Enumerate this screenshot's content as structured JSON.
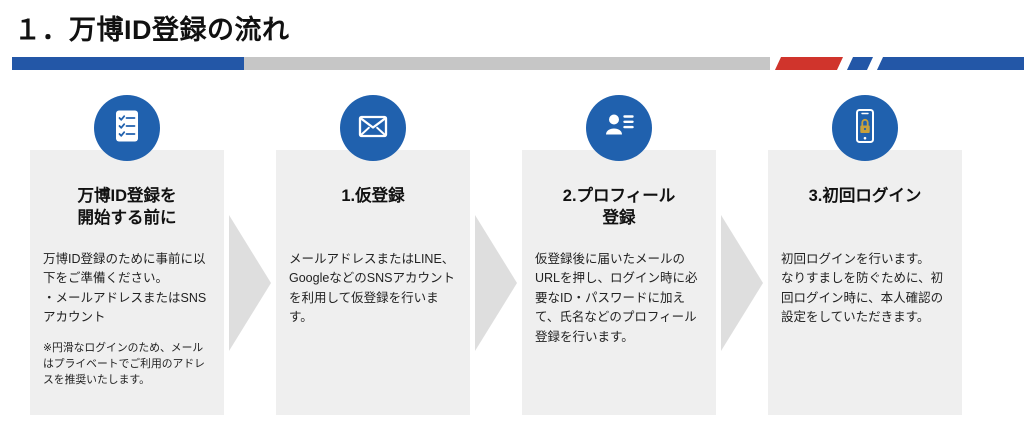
{
  "header": {
    "title": "１．万博ID登録の流れ"
  },
  "banner": {
    "colors": {
      "blue": "#2357a7",
      "gray": "#c6c6c6",
      "red": "#d0342c"
    }
  },
  "theme": {
    "circle_blue": "#2061ae",
    "card_gray": "#efefef",
    "arrow_gray": "#dedede",
    "lock_gold": "#c9a13b"
  },
  "steps": [
    {
      "icon": "checklist-icon",
      "heading": "万博ID登録を\n開始する前に",
      "body": "万博ID登録のために事前に以下をご準備ください。\n・メールアドレスまたはSNSアカウント",
      "note": "※円滑なログインのため、メールはプライベートでご利用のアドレスを推奨いたします。"
    },
    {
      "icon": "mail-icon",
      "heading": "1.仮登録",
      "body": "メールアドレスまたはLINE、GoogleなどのSNSアカウントを利用して仮登録を行います。",
      "note": ""
    },
    {
      "icon": "profile-icon",
      "heading": "2.プロフィール\n登録",
      "body": "仮登録後に届いたメールのURLを押し、ログイン時に必要なID・パスワードに加えて、氏名などのプロフィール登録を行います。",
      "note": ""
    },
    {
      "icon": "phone-lock-icon",
      "heading": "3.初回ログイン",
      "body": "初回ログインを行います。\nなりすましを防ぐために、初回ログイン時に、本人確認の設定をしていただきます。",
      "note": ""
    }
  ]
}
